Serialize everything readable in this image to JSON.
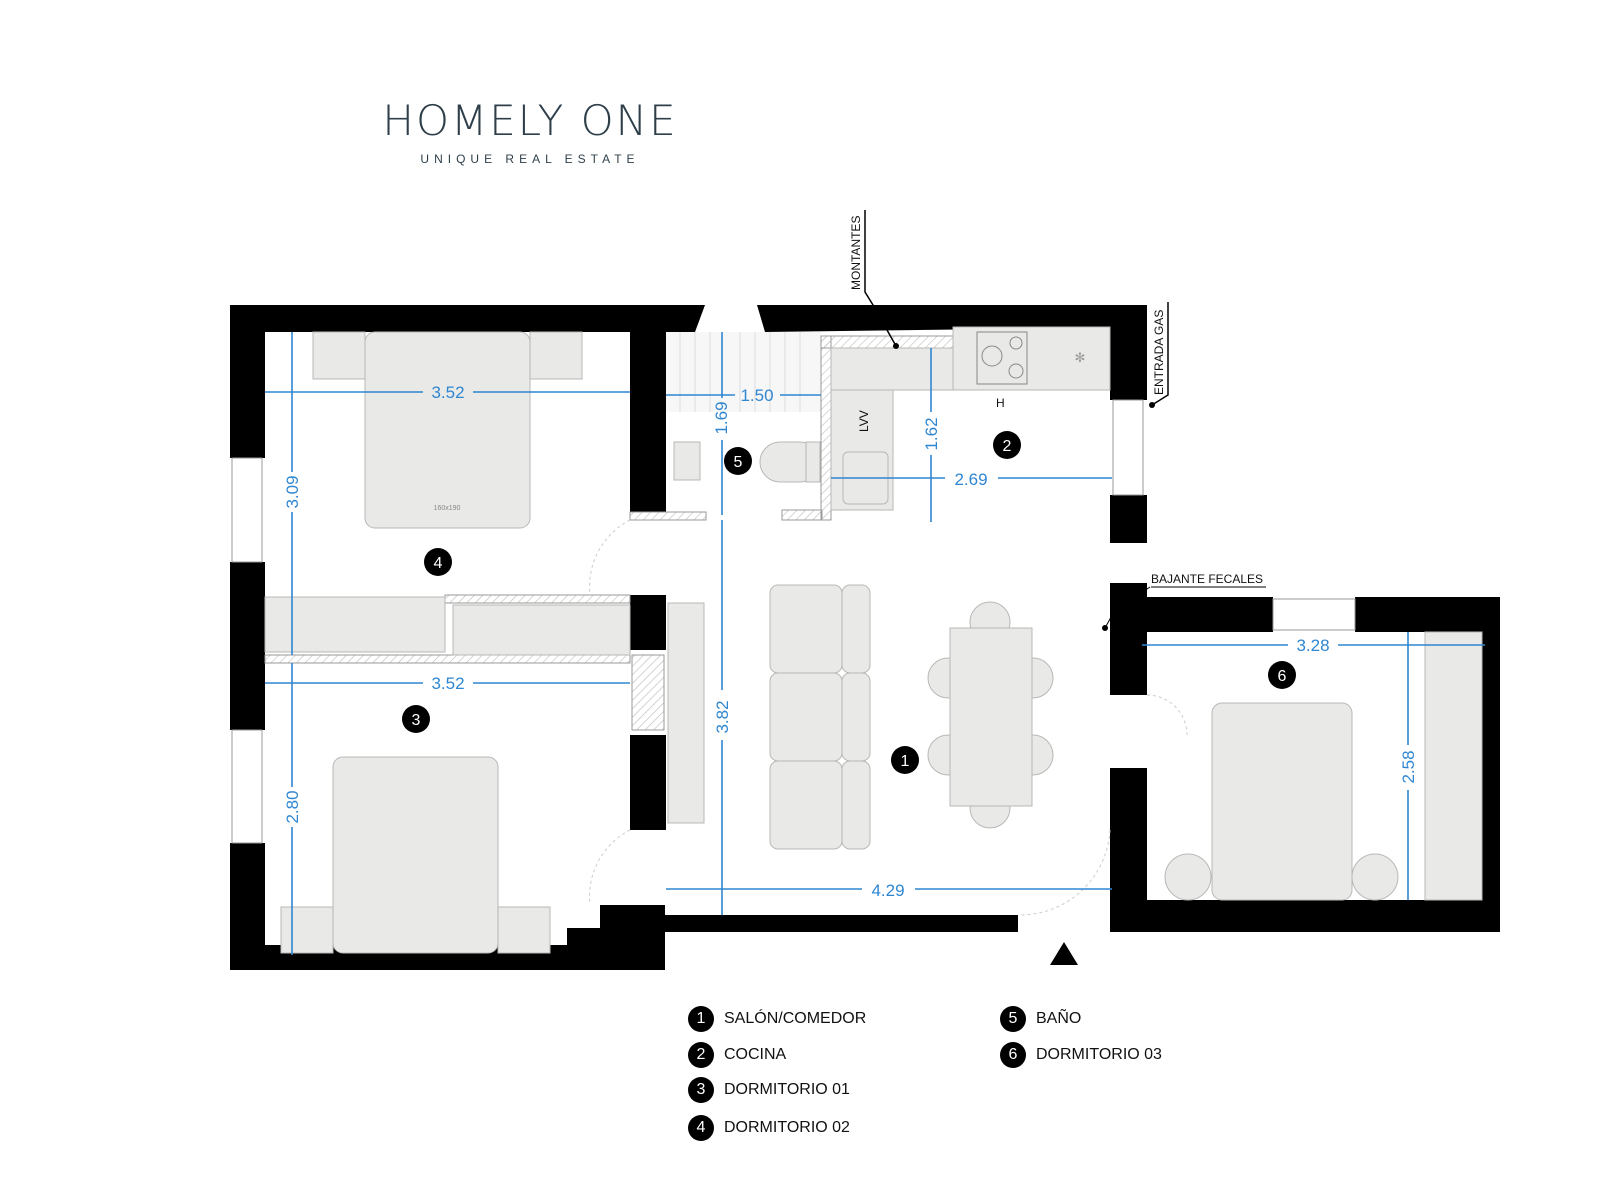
{
  "brand": {
    "title": "HOMELY ONE",
    "subtitle": "UNIQUE REAL ESTATE"
  },
  "annotations": {
    "montantes": "MONTANTES",
    "entrada_gas": "ENTRADA GAS",
    "bajante_fecales": "BAJANTE FECALES",
    "lvv": "LVV",
    "h": "H",
    "bed_label": "160x190"
  },
  "dimensions": {
    "d4_width": "3.52",
    "d4_height": "3.09",
    "d3_width": "3.52",
    "d3_height": "2.80",
    "bath_width": "1.50",
    "bath_height": "1.69",
    "kitchen_height": "1.62",
    "kitchen_width": "2.69",
    "living_height": "3.82",
    "living_width": "4.29",
    "d6_width": "3.28",
    "d6_height": "2.58"
  },
  "rooms": [
    {
      "number": "1",
      "name": "SALÓN/COMEDOR"
    },
    {
      "number": "2",
      "name": "COCINA"
    },
    {
      "number": "3",
      "name": "DORMITORIO 01"
    },
    {
      "number": "4",
      "name": "DORMITORIO 02"
    },
    {
      "number": "5",
      "name": "BAÑO"
    },
    {
      "number": "6",
      "name": "DORMITORIO 03"
    }
  ]
}
